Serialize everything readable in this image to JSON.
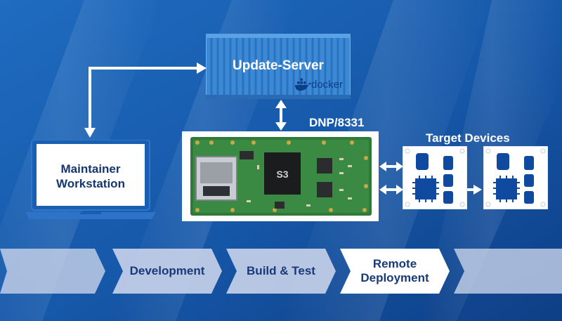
{
  "update_server": {
    "title": "Update-Server",
    "badge": "docker"
  },
  "workstation": {
    "line1": "Maintainer",
    "line2": "Workstation"
  },
  "board": {
    "title": "DNP/8331",
    "chip_text": "S3"
  },
  "targets": {
    "title": "Target Devices"
  },
  "pipeline": {
    "steps": [
      {
        "label": ""
      },
      {
        "label": "Development"
      },
      {
        "label": "Build & Test"
      },
      {
        "line1": "Remote",
        "line2": "Deployment"
      },
      {
        "label": ""
      }
    ]
  },
  "colors": {
    "background": "#1657a8",
    "container": "#3c8ad6",
    "arrow": "#ffffff",
    "step": "#c9d3ea",
    "step_active": "#ffffff",
    "step_text": "#183a78",
    "pcb": "#2f7a3a",
    "chip": "#0f4aa0"
  }
}
